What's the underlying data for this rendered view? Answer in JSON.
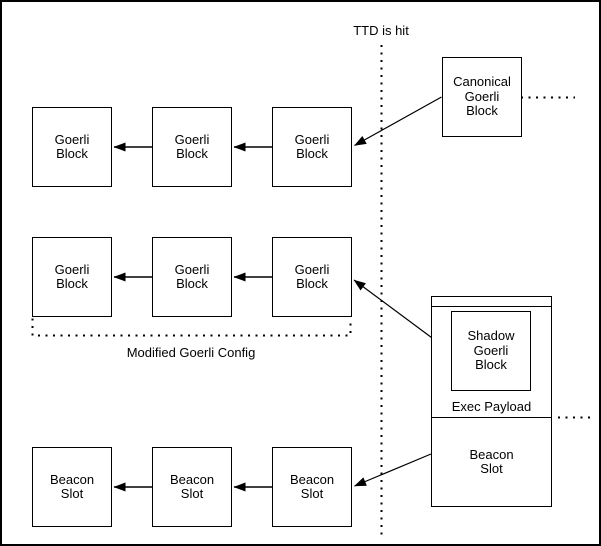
{
  "title_label": "TTD is hit",
  "colors": {
    "line": "#000000",
    "background": "#ffffff"
  },
  "chains": {
    "goerli_top": {
      "blocks": [
        "Goerli\nBlock",
        "Goerli\nBlock",
        "Goerli\nBlock"
      ]
    },
    "goerli_modified": {
      "blocks": [
        "Goerli\nBlock",
        "Goerli\nBlock",
        "Goerli\nBlock"
      ],
      "caption": "Modified Goerli Config"
    },
    "beacon": {
      "blocks": [
        "Beacon\nSlot",
        "Beacon\nSlot",
        "Beacon\nSlot"
      ]
    }
  },
  "canonical_block_label": "Canonical\nGoerli\nBlock",
  "beacon_container": {
    "shadow_block_label": "Shadow\nGoerli\nBlock",
    "exec_payload_label": "Exec Payload",
    "beacon_slot_label": "Beacon\nSlot"
  }
}
